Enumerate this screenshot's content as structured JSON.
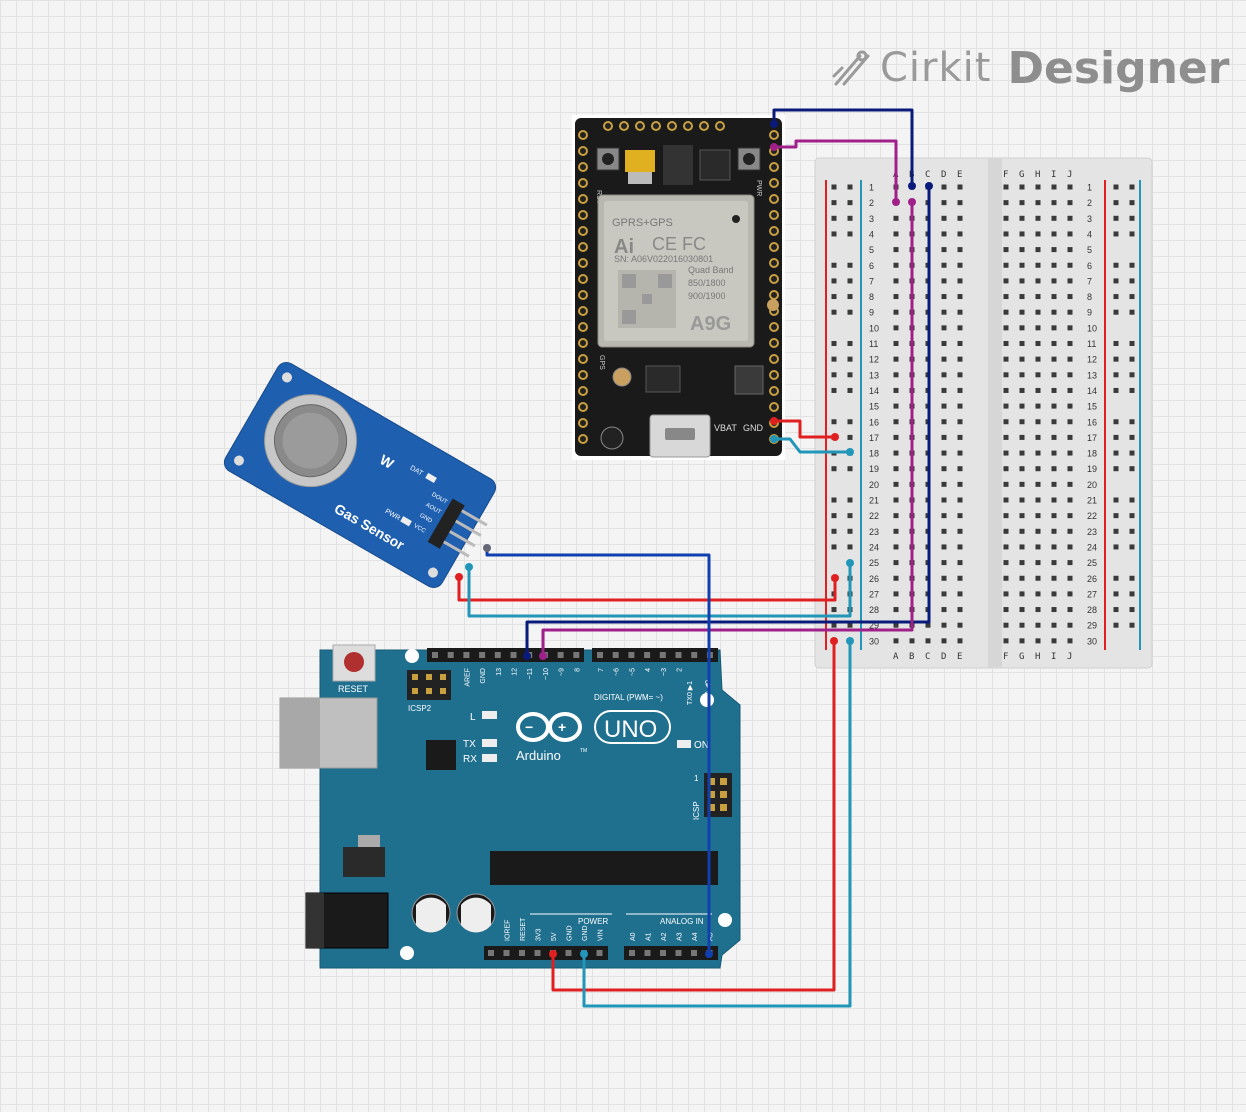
{
  "brand": {
    "name_light": "Cirkit",
    "name_bold": "Designer",
    "icon": "cirkit-logo-icon"
  },
  "colors": {
    "board_blue": "#1f6f8f",
    "breadboard": "#e6e6e6",
    "wire_red": "#e02020",
    "wire_teal": "#2196b8",
    "wire_navy": "#0a1a7a",
    "wire_purple": "#a0208a",
    "wire_blue": "#1040b0"
  },
  "a9g": {
    "module_lines": [
      "GPRS+GPS",
      "SN: A06V022016030801",
      "Quad Band",
      "850/1800",
      "900/1900"
    ],
    "model": "A9G",
    "labels": {
      "vbat": "VBAT",
      "gnd": "GND",
      "rst": "RST",
      "pwr": "PWR",
      "gps": "GPS"
    }
  },
  "gas_sensor": {
    "title": "Gas Sensor",
    "pins": [
      "DOUT",
      "AOUT",
      "GND",
      "VCC"
    ],
    "leds": [
      "DAT",
      "PWR"
    ],
    "logo": "W"
  },
  "arduino": {
    "reset_label": "RESET",
    "icsp2_label": "ICSP2",
    "icsp_label": "ICSP",
    "logo_text": "Arduino",
    "model": "UNO",
    "tm": "TM",
    "on_label": "ON",
    "led_labels": [
      "L",
      "TX",
      "RX"
    ],
    "digital_header": "DIGITAL (PWM= ~)",
    "tx_rx": [
      "TX0 ▶1",
      "RX0 ◀0"
    ],
    "top_pins": [
      "AREF",
      "GND",
      "13",
      "12",
      "~11",
      "~10",
      "~9",
      "8",
      "7",
      "~6",
      "~5",
      "4",
      "~3",
      "2"
    ],
    "power_header": "POWER",
    "analog_header": "ANALOG IN",
    "power_pins": [
      "IOREF",
      "RESET",
      "3V3",
      "5V",
      "GND",
      "GND",
      "VIN"
    ],
    "analog_pins": [
      "A0",
      "A1",
      "A2",
      "A3",
      "A4",
      "A5"
    ],
    "icsp_pin1": "1"
  },
  "breadboard": {
    "cols_left": [
      "A",
      "B",
      "C",
      "D",
      "E"
    ],
    "cols_right": [
      "F",
      "G",
      "H",
      "I",
      "J"
    ],
    "rows": 30
  }
}
